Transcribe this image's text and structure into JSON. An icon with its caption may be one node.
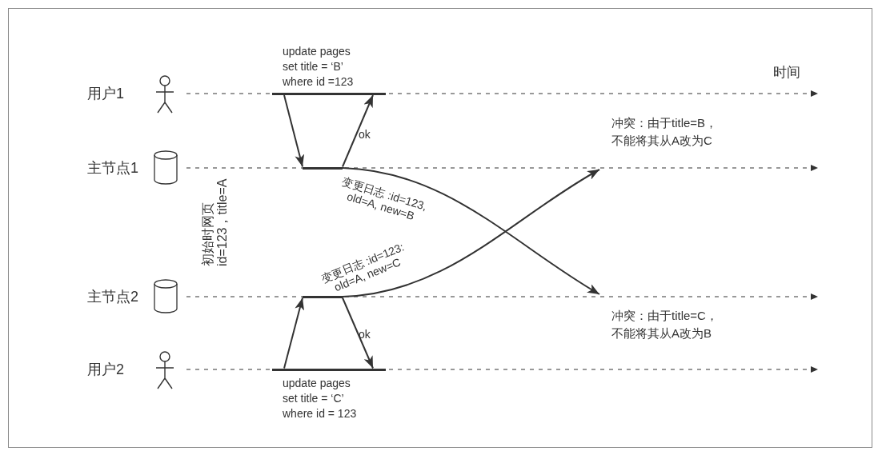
{
  "diagram": {
    "nodes": [
      {
        "text": [
          "用户1"
        ]
      },
      {
        "text": [
          "主节点1"
        ]
      },
      {
        "text": [
          "主节点2"
        ]
      },
      {
        "text": [
          "用户2"
        ]
      },
      {
        "text": [
          "update pages set title = ‘B’ where id =123"
        ]
      },
      {
        "text": [],
        "shape": "bar"
      },
      {
        "text": [],
        "shape": "bar"
      },
      {
        "text": [
          "update pages set title = ‘C’ where id = 123"
        ]
      }
    ],
    "edges": [
      {
        "from": 0,
        "to": null,
        "arrow": "to",
        "style": "dashed"
      },
      {
        "from": 1,
        "to": null,
        "arrow": "to",
        "style": "dashed"
      },
      {
        "from": 2,
        "to": null,
        "arrow": "to",
        "style": "dashed"
      },
      {
        "from": 3,
        "to": null,
        "arrow": "to",
        "style": "dashed"
      },
      {
        "from": 4,
        "to": 5,
        "arrow": "to"
      },
      {
        "from": 5,
        "to": 4,
        "arrow": "to",
        "label": "ok"
      },
      {
        "from": 5,
        "to": null,
        "arrow": "to",
        "label": "变更日志 :id=123, old=A, new=B"
      },
      {
        "from": 7,
        "to": 6,
        "arrow": "to"
      },
      {
        "from": 6,
        "to": 7,
        "arrow": "to",
        "label": "ok"
      },
      {
        "from": 6,
        "to": null,
        "arrow": "to",
        "label": "变更日志 :id=123: old=A, new=C"
      }
    ],
    "labels": [
      "时间",
      "冲突：由于title=B，不能将其从A改为C",
      "初始时网页",
      "id=123，title=A",
      "冲突：由于title=C，不能将其从A改为B"
    ]
  }
}
